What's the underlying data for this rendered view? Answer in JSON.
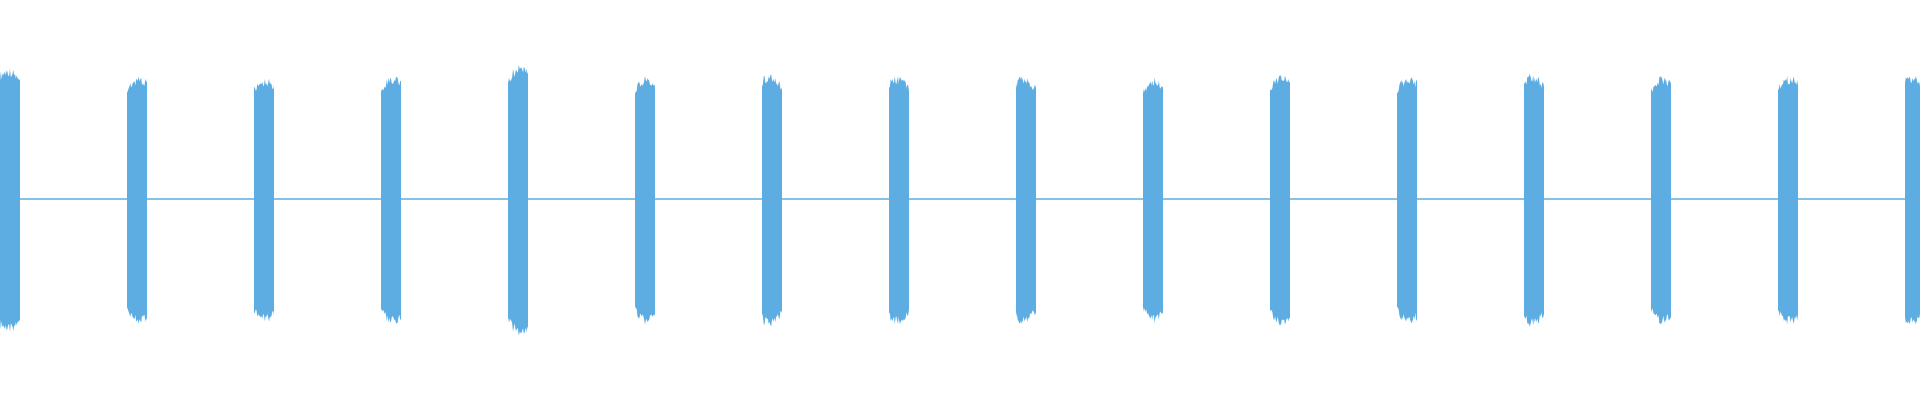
{
  "waveform": {
    "color": "#5dade2",
    "background": "#ffffff",
    "burst_count": 16,
    "bursts": [
      {
        "amp": 0.62,
        "shape": "bump-left"
      },
      {
        "amp": 0.58,
        "shape": "bump-right"
      },
      {
        "amp": 0.57,
        "shape": "bump-right"
      },
      {
        "amp": 0.58,
        "shape": "bump-right"
      },
      {
        "amp": 0.63,
        "shape": "bump-right"
      },
      {
        "amp": 0.58,
        "shape": "bump-right"
      },
      {
        "amp": 0.59,
        "shape": "bump-left"
      },
      {
        "amp": 0.58,
        "shape": "bump-left"
      },
      {
        "amp": 0.58,
        "shape": "bump-left"
      },
      {
        "amp": 0.57,
        "shape": "bump-right"
      },
      {
        "amp": 0.59,
        "shape": "bump-right"
      },
      {
        "amp": 0.58,
        "shape": "bump-right"
      },
      {
        "amp": 0.59,
        "shape": "bump-left"
      },
      {
        "amp": 0.58,
        "shape": "bump-right"
      },
      {
        "amp": 0.58,
        "shape": "bump-right"
      },
      {
        "amp": 0.59,
        "shape": "bump-left"
      }
    ],
    "baseline_amp": 0.01
  }
}
